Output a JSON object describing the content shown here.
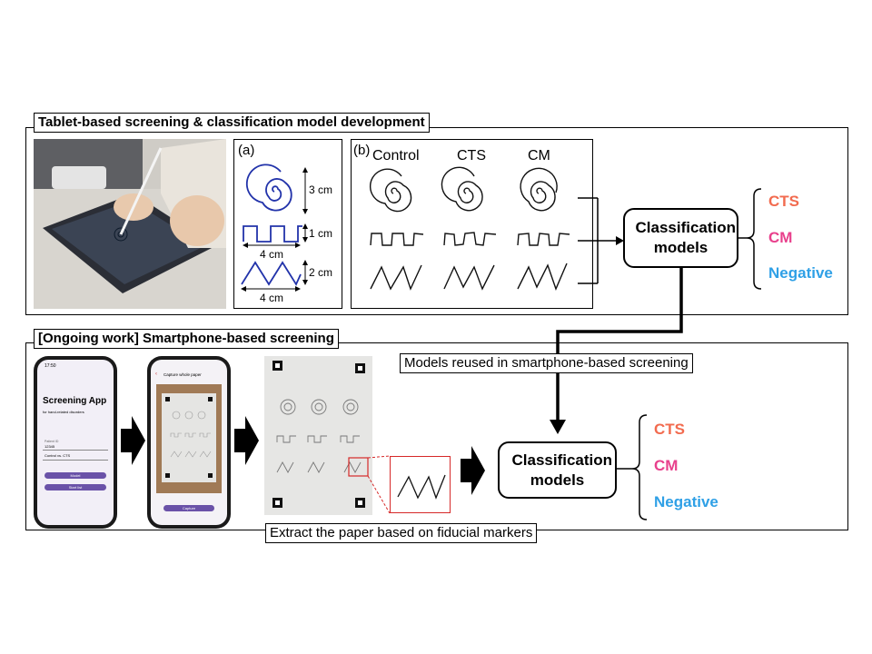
{
  "top_section": {
    "title": "Tablet-based screening & classification model development",
    "panel_a": {
      "label": "(a)",
      "spiral_dim": "3 cm",
      "square_dim_h": "1 cm",
      "square_dim_w": "4 cm",
      "zigzag_dim_h": "2 cm",
      "zigzag_dim_w": "4 cm"
    },
    "panel_b": {
      "label": "(b)",
      "columns": [
        "Control",
        "CTS",
        "CM"
      ]
    },
    "classifier": "Classification models",
    "outcomes": [
      "CTS",
      "CM",
      "Negative"
    ]
  },
  "bottom_section": {
    "title": "[Ongoing work] Smartphone-based screening",
    "reuse_note": "Models reused in smartphone-based screening",
    "phone1": {
      "time": "17:50",
      "app_title": "Screening App",
      "app_subtitle": "for hand-related disorders",
      "field1_label": "Patient ID",
      "field1_value": "12345",
      "field2_value": "Control vs. CTS",
      "button1": "Model",
      "button2": "Start list"
    },
    "phone2": {
      "header": "Capture whole paper",
      "button": "Capture"
    },
    "classifier": "Classification models",
    "outcomes": [
      "CTS",
      "CM",
      "Negative"
    ],
    "extract_note": "Extract the paper based on fiducial markers"
  },
  "colors": {
    "cts": "#f26b4f",
    "cm": "#e8408c",
    "negative": "#2fa0e6",
    "drawing_blue": "#2233aa"
  }
}
